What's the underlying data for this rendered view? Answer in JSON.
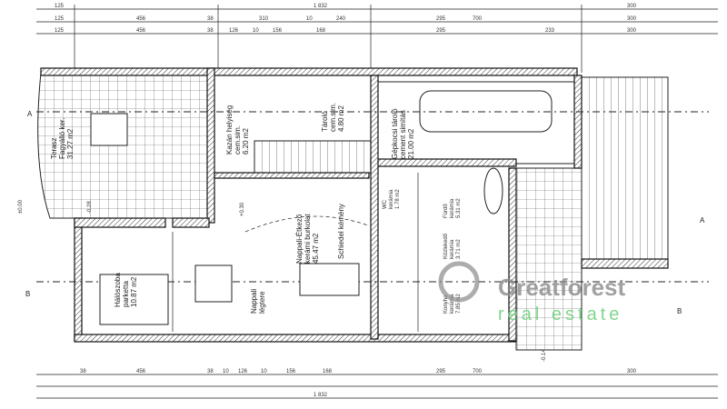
{
  "dimensions": {
    "top_row1": [
      "125",
      "1 832",
      "300"
    ],
    "top_row2": [
      "125",
      "456",
      "38",
      "310",
      "10",
      "240",
      "295",
      "700",
      "300"
    ],
    "top_row3": [
      "125",
      "456",
      "38",
      "126",
      "10",
      "156",
      "168",
      "295",
      "233",
      "300"
    ],
    "bottom_row": [
      "38",
      "456",
      "38",
      "10",
      "126",
      "10",
      "156",
      "168",
      "295",
      "700",
      "300"
    ],
    "bottom_total": "1 832"
  },
  "levels": {
    "terrace": "-0.28",
    "ground": "±0.00",
    "living": "+0.30",
    "garden": "-0.14"
  },
  "section_markers": [
    "A",
    "A",
    "B",
    "B"
  ],
  "rooms": {
    "terrace": [
      "Terasz",
      "Fagyálló ker.",
      "31.27 m2"
    ],
    "boiler": [
      "Kazán helyiség",
      "cem.sim.",
      "6.20 m2"
    ],
    "storage": [
      "Tároló",
      "cem.sim.",
      "4.80 m2"
    ],
    "garage": [
      "Gépkocsi tároló",
      "cement simítás",
      "21.00 m2"
    ],
    "living": [
      "Nappali-Étkező",
      "kerámi burkolat",
      "45.47 m2"
    ],
    "chimney": "Schiedel kémény",
    "living_void": [
      "Nappali",
      "légtere"
    ],
    "bedroom": [
      "Hálószoba",
      "parketta",
      "10.87 m2"
    ],
    "wc": [
      "WC",
      "kerámia",
      "1.78 m2"
    ],
    "bath": [
      "Fürdő",
      "kerámia",
      "5.31 m2"
    ],
    "hall": [
      "Közlekedő",
      "kerámia",
      "3.71 m2"
    ],
    "kitchen": [
      "Konyha",
      "kerámia",
      "7.85 m2"
    ]
  },
  "watermark": {
    "brand": "Greatforest",
    "tagline": "real estate"
  }
}
